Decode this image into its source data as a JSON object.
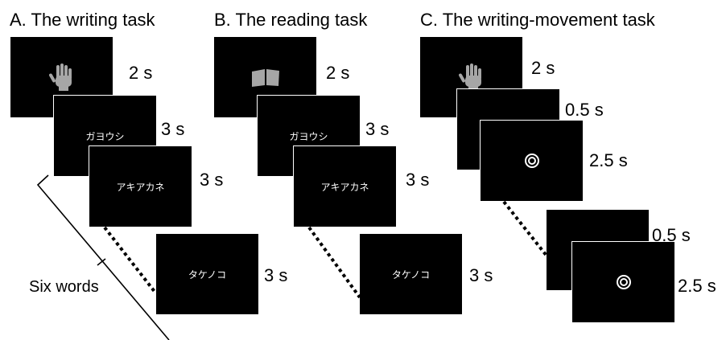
{
  "panels": {
    "a": {
      "title": "A. The writing task",
      "durations": [
        "2 s",
        "3 s",
        "3 s",
        "3 s"
      ],
      "words": [
        "ガヨウシ",
        "アキアカネ",
        "タケノコ"
      ],
      "cue_icon": "hand-icon"
    },
    "b": {
      "title": "B. The reading task",
      "durations": [
        "2 s",
        "3 s",
        "3 s",
        "3 s"
      ],
      "words": [
        "ガヨウシ",
        "アキアカネ",
        "タケノコ"
      ],
      "cue_icon": "book-icon"
    },
    "c": {
      "title": "C. The writing-movement task",
      "durations": [
        "2 s",
        "0.5 s",
        "2.5 s",
        "0.5 s",
        "2.5 s"
      ],
      "cue_icon": "hand-icon",
      "fixation_icon": "target-icon"
    }
  },
  "bracket_label": "Six words",
  "colors": {
    "screen": "#000000",
    "icon": "#a6a6a6",
    "text_on_screen": "#ffffff",
    "background": "#ffffff"
  }
}
